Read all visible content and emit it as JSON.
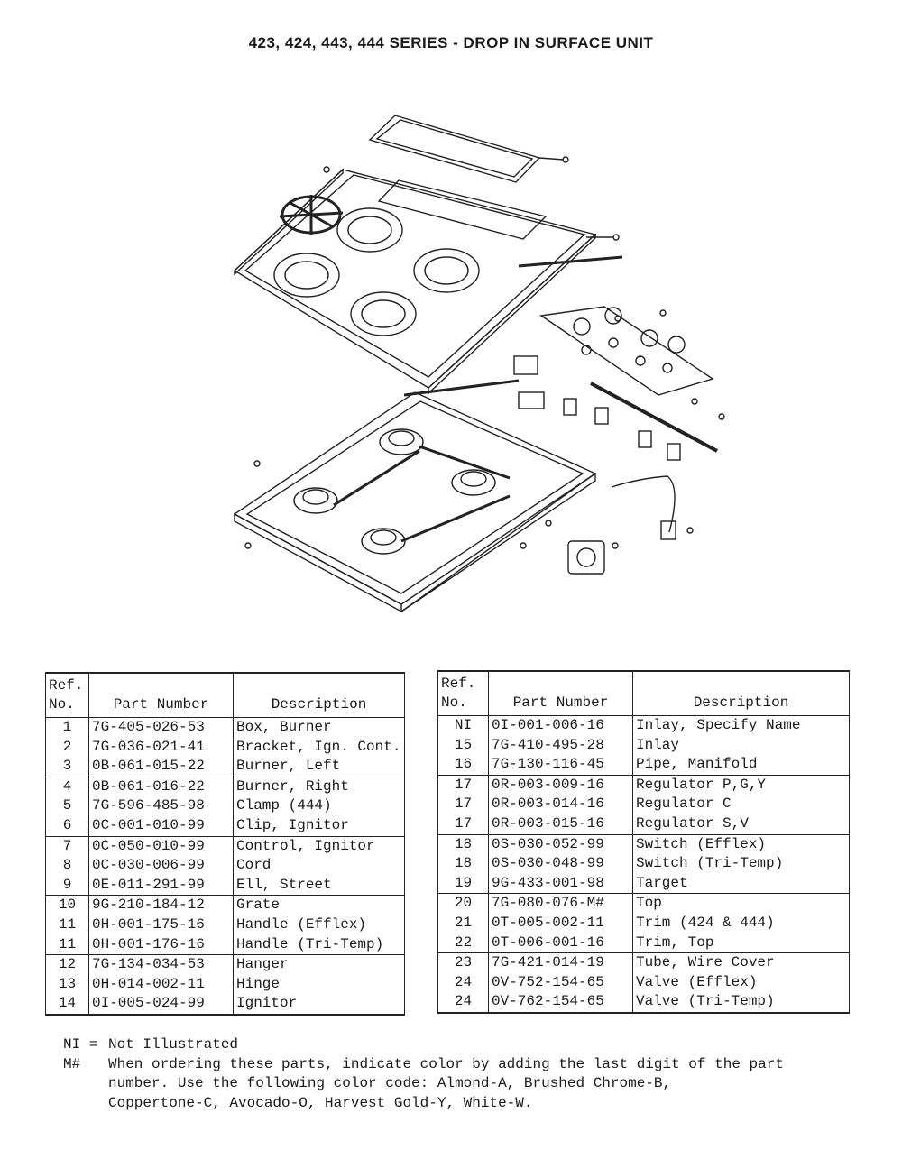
{
  "title": "423, 424, 443, 444 SERIES - DROP IN SURFACE UNIT",
  "table": {
    "headers": {
      "ref": "Ref.\nNo.",
      "part_number": "Part Number",
      "description": "Description"
    },
    "left": [
      {
        "ref": "1",
        "part": "7G-405-026-53",
        "desc": "Box, Burner"
      },
      {
        "ref": "2",
        "part": "7G-036-021-41",
        "desc": "Bracket, Ign. Cont."
      },
      {
        "ref": "3",
        "part": "0B-061-015-22",
        "desc": "Burner, Left"
      },
      {
        "ref": "4",
        "part": "0B-061-016-22",
        "desc": "Burner, Right"
      },
      {
        "ref": "5",
        "part": "7G-596-485-98",
        "desc": "Clamp (444)"
      },
      {
        "ref": "6",
        "part": "0C-001-010-99",
        "desc": "Clip, Ignitor"
      },
      {
        "ref": "7",
        "part": "0C-050-010-99",
        "desc": "Control, Ignitor"
      },
      {
        "ref": "8",
        "part": "0C-030-006-99",
        "desc": "Cord"
      },
      {
        "ref": "9",
        "part": "0E-011-291-99",
        "desc": "Ell, Street"
      },
      {
        "ref": "10",
        "part": "9G-210-184-12",
        "desc": "Grate"
      },
      {
        "ref": "11",
        "part": "0H-001-175-16",
        "desc": "Handle (Efflex)"
      },
      {
        "ref": "11",
        "part": "0H-001-176-16",
        "desc": "Handle (Tri-Temp)"
      },
      {
        "ref": "12",
        "part": "7G-134-034-53",
        "desc": "Hanger"
      },
      {
        "ref": "13",
        "part": "0H-014-002-11",
        "desc": "Hinge"
      },
      {
        "ref": "14",
        "part": "0I-005-024-99",
        "desc": "Ignitor"
      }
    ],
    "right": [
      {
        "ref": "NI",
        "part": "0I-001-006-16",
        "desc": "Inlay, Specify Name"
      },
      {
        "ref": "15",
        "part": "7G-410-495-28",
        "desc": "Inlay"
      },
      {
        "ref": "16",
        "part": "7G-130-116-45",
        "desc": "Pipe, Manifold"
      },
      {
        "ref": "17",
        "part": "0R-003-009-16",
        "desc": "Regulator P,G,Y"
      },
      {
        "ref": "17",
        "part": "0R-003-014-16",
        "desc": "Regulator C"
      },
      {
        "ref": "17",
        "part": "0R-003-015-16",
        "desc": "Regulator S,V"
      },
      {
        "ref": "18",
        "part": "0S-030-052-99",
        "desc": "Switch (Efflex)"
      },
      {
        "ref": "18",
        "part": "0S-030-048-99",
        "desc": "Switch (Tri-Temp)"
      },
      {
        "ref": "19",
        "part": "9G-433-001-98",
        "desc": "Target"
      },
      {
        "ref": "20",
        "part": "7G-080-076-M#",
        "desc": "Top"
      },
      {
        "ref": "21",
        "part": "0T-005-002-11",
        "desc": "Trim (424 & 444)"
      },
      {
        "ref": "22",
        "part": "0T-006-001-16",
        "desc": "Trim, Top"
      },
      {
        "ref": "23",
        "part": "7G-421-014-19",
        "desc": "Tube, Wire Cover"
      },
      {
        "ref": "24",
        "part": "0V-752-154-65",
        "desc": "Valve (Efflex)"
      },
      {
        "ref": "24",
        "part": "0V-762-154-65",
        "desc": "Valve (Tri-Temp)"
      }
    ]
  },
  "notes": {
    "ni_key": "NI =",
    "ni_text": "Not Illustrated",
    "m_key": "M#",
    "m_line1": "When ordering these parts, indicate color by adding the last digit of the part",
    "m_line2": "number. Use the following color code: Almond-A, Brushed Chrome-B,",
    "m_line3": "Coppertone-C, Avocado-O, Harvest Gold-Y, White-W."
  },
  "colors": {
    "ink": "#1a1a1a",
    "paper": "#ffffff"
  }
}
